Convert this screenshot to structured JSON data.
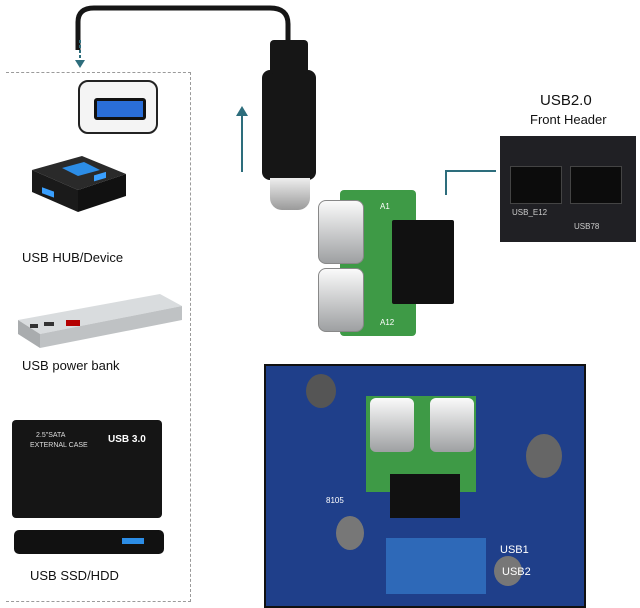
{
  "labels": {
    "usb_hub": "USB HUB/Device",
    "usb_power_bank": "USB power bank",
    "usb_ssd": "USB SSD/HDD",
    "usb20": "USB2.0",
    "front_header": "Front Header"
  },
  "board_text": {
    "ssd_case_line1": "2.5\"SATA",
    "ssd_case_line2": "EXTERNAL CASE",
    "ssd_case_badge": "USB 3.0",
    "header_e12": "USB_E12",
    "header_78": "USB78",
    "pcb_a1": "A1",
    "pcb_a12": "A12",
    "mb_usb1": "USB1",
    "mb_usb2": "USB2",
    "mb_8105": "8105"
  },
  "colors": {
    "pcb_green": "#3e9a46",
    "connector_teal": "#2d6d7c",
    "motherboard_blue": "#1f3f8a",
    "cable_black": "#161616"
  }
}
